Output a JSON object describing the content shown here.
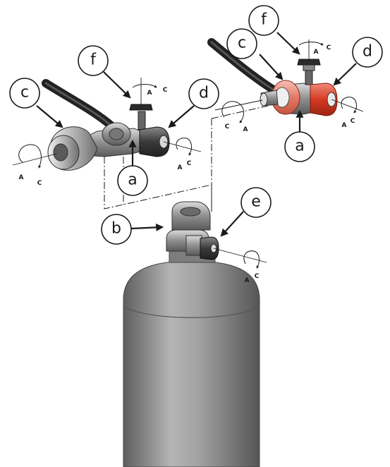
{
  "callouts": {
    "a_left": "a",
    "a_right": "a",
    "b": "b",
    "c_left": "c",
    "c_right": "c",
    "d_left": "d",
    "d_right": "d",
    "e": "e",
    "f_left": "f",
    "f_right": "f"
  },
  "rotation": {
    "open": "A",
    "close": "C"
  },
  "colors": {
    "line": "#1a1a1a",
    "cylinder": "#8a8a8a",
    "metal_dark": "#555555",
    "knob_red": "#d9402b",
    "ring_red": "#e8806e",
    "hose": "#2a2a2a"
  },
  "icons": {
    "arrowhead": "arrow-icon",
    "rotation": "rotation-arrow-icon"
  }
}
